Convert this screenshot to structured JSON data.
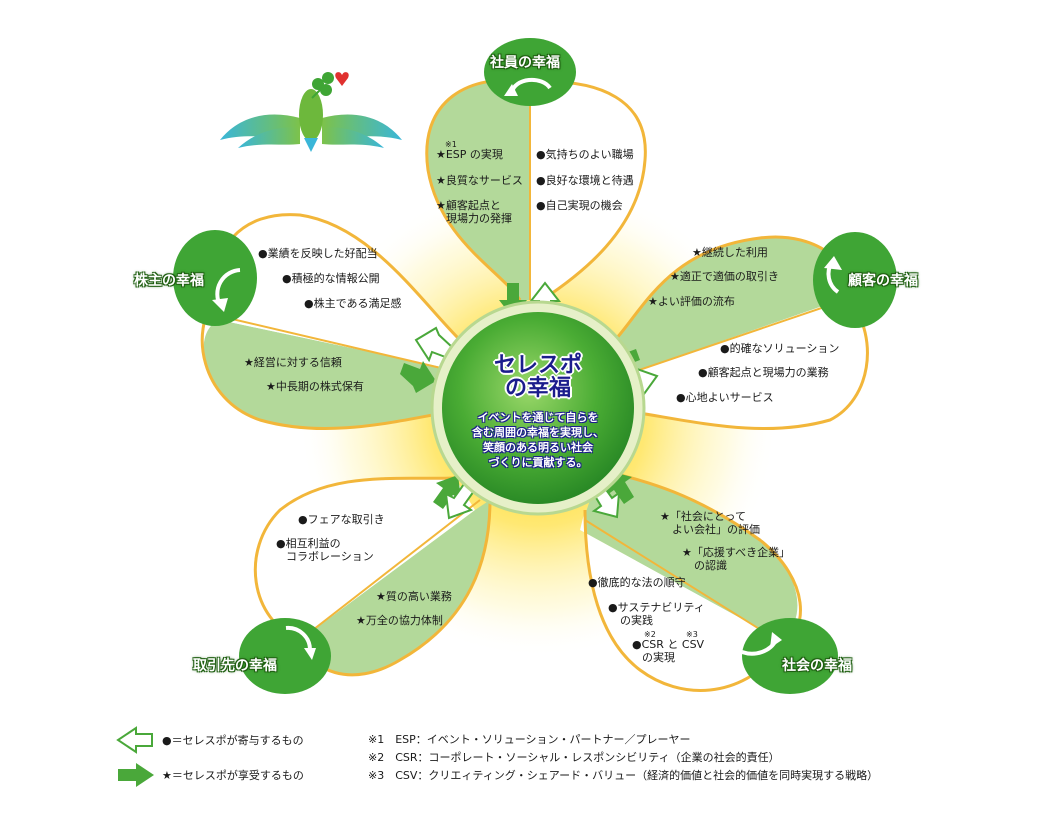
{
  "center": {
    "title_line1": "セレスポ",
    "title_line2": "の幸福",
    "desc": [
      "イベントを通じて自らを",
      "含む周囲の幸福を実現し、",
      "笑顔のある明るい社会",
      "づくりに貢献する。"
    ]
  },
  "sections": {
    "employees": {
      "title": "社員の幸福",
      "receives": [
        "★ESP の実現",
        "★良質なサービス",
        "★顧客起点と",
        "現場力の発揮"
      ],
      "note_mark": "※1",
      "contributes": [
        "●気持ちのよい職場",
        "●良好な環境と待遇",
        "●自己実現の機会"
      ]
    },
    "shareholders": {
      "title": "株主の幸福",
      "contributes": [
        "●業績を反映した好配当",
        "●積極的な情報公開",
        "●株主である満足感"
      ],
      "receives": [
        "★経営に対する信頼",
        "★中長期の株式保有"
      ]
    },
    "customers": {
      "title": "顧客の幸福",
      "receives": [
        "★継続した利用",
        "★適正で適価の取引き",
        "★よい評価の流布"
      ],
      "contributes": [
        "●的確なソリューション",
        "●顧客起点と現場力の業務",
        "●心地よいサービス"
      ]
    },
    "partners": {
      "title": "取引先の幸福",
      "contributes": [
        "●フェアな取引き",
        "●相互利益の",
        "コラボレーション"
      ],
      "receives": [
        "★質の高い業務",
        "★万全の協力体制"
      ]
    },
    "society": {
      "title": "社会の幸福",
      "receives": [
        "★「社会にとって",
        "よい会社」の評価",
        "★「応援すべき企業」",
        "の認識"
      ],
      "contributes": [
        "●徹底的な法の順守",
        "●サステナビリティ",
        "の実践",
        "●CSR と CSV",
        "の実現"
      ],
      "note_marks": [
        "※2",
        "※3"
      ]
    }
  },
  "legend": {
    "contributes": "●＝セレスポが寄与するもの",
    "receives": "★＝セレスポが享受するもの"
  },
  "notes": [
    "※1　ESP：イベント・ソリューション・パートナー／プレーヤー",
    "※2　CSR：コーポレート・ソーシャル・レスポンシビリティ（企業の社会的責任）",
    "※3　CSV：クリエィティング・シェアード・バリュー（経済的価値と社会的価値を同時実現する戦略）"
  ],
  "colors": {
    "petal_fill": "#b3d99a",
    "petal_stroke": "#f2b63a",
    "circle_green": "#3fa535",
    "arrow_green": "#4aa83a",
    "center_text": "#1b1d8c",
    "glow": "#ffe45a"
  },
  "icons": [
    "bird-clover-logo",
    "cycle-arrow-icon",
    "arrow-in-icon",
    "arrow-out-icon"
  ]
}
